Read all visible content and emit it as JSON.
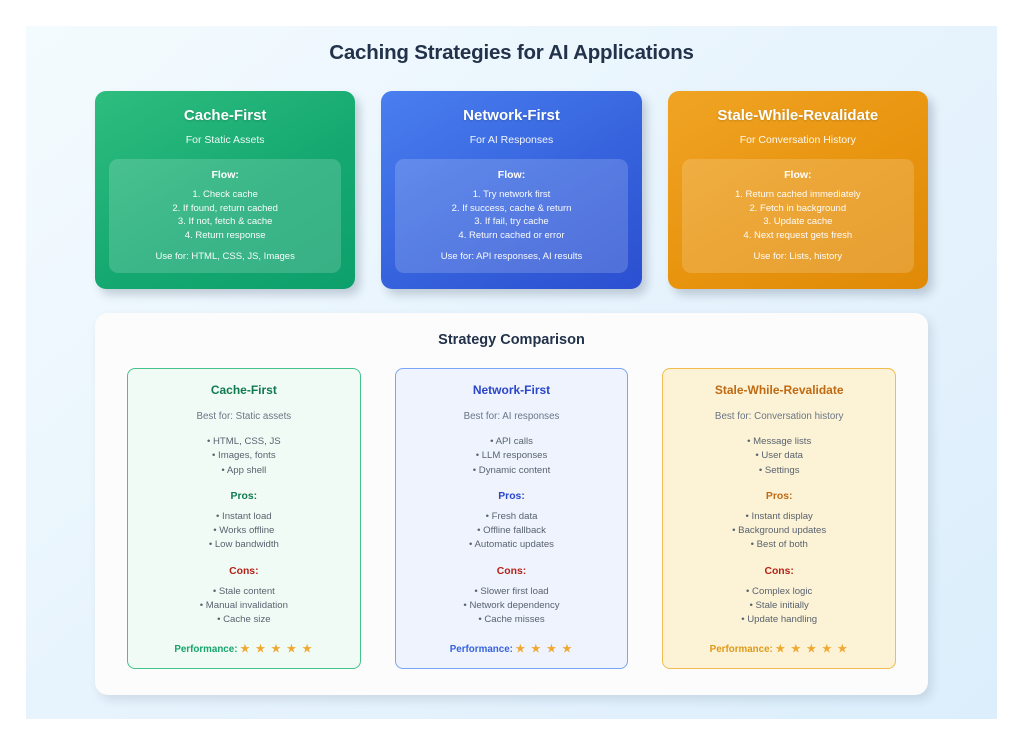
{
  "page": {
    "title": "Caching Strategies for AI Applications",
    "background_start": "#f4fbfe",
    "background_end": "#dceefc"
  },
  "strategy_cards": [
    {
      "name": "cache-first",
      "title": "Cache-First",
      "subtitle": "For Static Assets",
      "accent": "#15a971",
      "flow_label": "Flow:",
      "steps": [
        "1. Check cache",
        "2. If found, return cached",
        "3. If not, fetch & cache",
        "4. Return response"
      ],
      "use_for": "Use for: HTML, CSS, JS, Images"
    },
    {
      "name": "network-first",
      "title": "Network-First",
      "subtitle": "For AI Responses",
      "accent": "#3663dd",
      "flow_label": "Flow:",
      "steps": [
        "1. Try network first",
        "2. If success, cache & return",
        "3. If fail, try cache",
        "4. Return cached or error"
      ],
      "use_for": "Use for: API responses, AI results"
    },
    {
      "name": "stale-while-revalidate",
      "title": "Stale-While-Revalidate",
      "subtitle": "For Conversation History",
      "accent": "#e8940f",
      "flow_label": "Flow:",
      "steps": [
        "1. Return cached immediately",
        "2. Fetch in background",
        "3. Update cache",
        "4. Next request gets fresh"
      ],
      "use_for": "Use for: Lists, history"
    }
  ],
  "comparison": {
    "title": "Strategy Comparison",
    "pros_label": "Pros:",
    "cons_label": "Cons:",
    "performance_label": "Performance:",
    "columns": [
      {
        "name": "cache-first",
        "title": "Cache-First",
        "best_for": "Best for: Static assets",
        "accent": "#0f7a50",
        "border": "#44c38c",
        "background": "#f1fbf5",
        "uses": [
          "• HTML, CSS, JS",
          "• Images, fonts",
          "• App shell"
        ],
        "pros": [
          "• Instant load",
          "• Works offline",
          "• Low bandwidth"
        ],
        "cons": [
          "• Stale content",
          "• Manual invalidation",
          "• Cache size"
        ],
        "performance_rating": 5,
        "performance_stars": "★ ★ ★ ★ ★"
      },
      {
        "name": "network-first",
        "title": "Network-First",
        "best_for": "Best for: AI responses",
        "accent": "#2b46c8",
        "border": "#7aa4f5",
        "background": "#eef3fe",
        "uses": [
          "• API calls",
          "• LLM responses",
          "• Dynamic content"
        ],
        "pros": [
          "• Fresh data",
          "• Offline fallback",
          "• Automatic updates"
        ],
        "cons": [
          "• Slower first load",
          "• Network dependency",
          "• Cache misses"
        ],
        "performance_rating": 4,
        "performance_stars": "★ ★ ★ ★"
      },
      {
        "name": "stale-while-revalidate",
        "title": "Stale-While-Revalidate",
        "best_for": "Best for: Conversation history",
        "accent": "#c06a12",
        "border": "#f2bc4e",
        "background": "#fcf2d6",
        "uses": [
          "• Message lists",
          "• User data",
          "• Settings"
        ],
        "pros": [
          "• Instant display",
          "• Background updates",
          "• Best of both"
        ],
        "cons": [
          "• Complex logic",
          "• Stale initially",
          "• Update handling"
        ],
        "performance_rating": 5,
        "performance_stars": "★ ★ ★ ★ ★"
      }
    ]
  }
}
